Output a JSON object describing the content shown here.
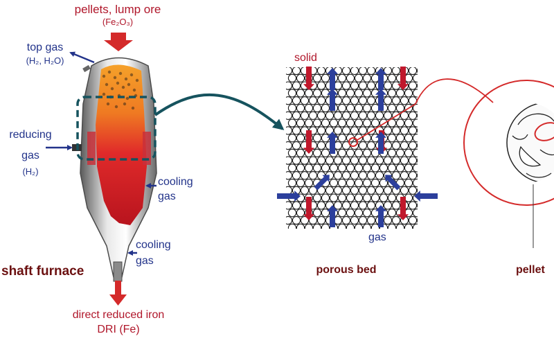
{
  "furnace": {
    "input_label": "pellets, lump ore",
    "input_formula": "(Fe₂O₃)",
    "top_gas_label": "top gas",
    "top_gas_formula": "(H₂, H₂O)",
    "reducing_label_1": "reducing",
    "reducing_label_2": "gas",
    "reducing_formula": "(H₂)",
    "cooling_upper_1": "cooling",
    "cooling_upper_2": "gas",
    "cooling_lower_1": "cooling",
    "cooling_lower_2": "gas",
    "title": "shaft furnace",
    "output_label": "direct reduced iron",
    "output_short": "DRI (Fe)"
  },
  "bed": {
    "solid_label": "solid",
    "gas_label": "gas",
    "title": "porous bed"
  },
  "pellet": {
    "title": "pellet"
  },
  "colors": {
    "solid_arrow": "#c0182c",
    "gas_arrow": "#2c3f9c",
    "connector": "#16535e",
    "magnify": "#d42a2a"
  }
}
